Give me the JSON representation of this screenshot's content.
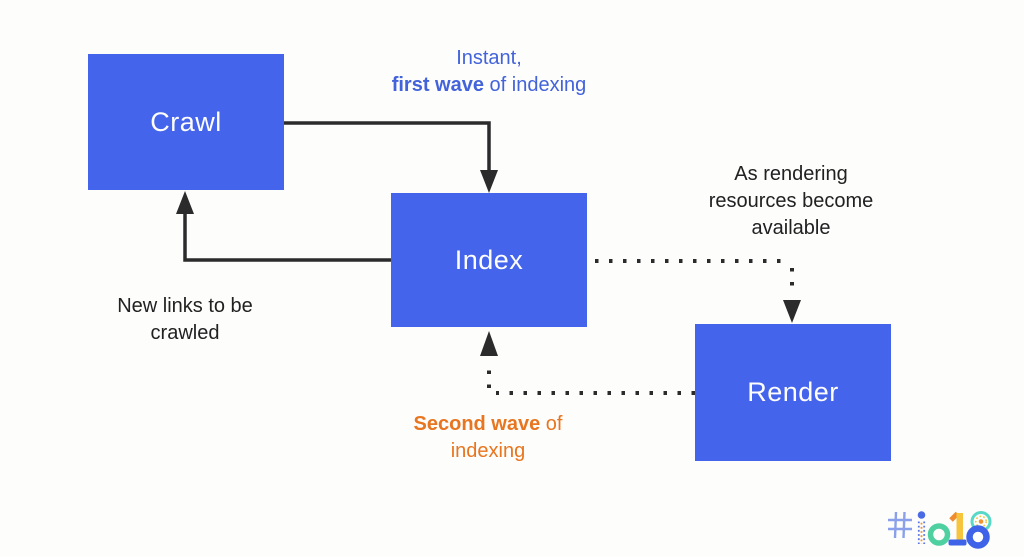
{
  "diagram": {
    "title_hint": "Crawl / Index / Render flow with two waves of indexing",
    "nodes": {
      "crawl": {
        "label": "Crawl"
      },
      "index": {
        "label": "Index"
      },
      "render": {
        "label": "Render"
      }
    },
    "captions": {
      "first_wave": {
        "line1": "Instant,",
        "line2_bold": "first wave",
        "line2_rest": " of indexing"
      },
      "as_rendering": {
        "lines": [
          "As rendering",
          "resources become",
          "available"
        ]
      },
      "new_links": {
        "lines": [
          "New links to be",
          "crawled"
        ]
      },
      "second_wave": {
        "line1_bold": "Second wave",
        "line1_rest": " of",
        "line2": "indexing"
      }
    },
    "colors": {
      "node_fill": "#4564ec",
      "node_text": "#fdfdfd",
      "caption_blue": "#4263da",
      "caption_orange": "#e8751f",
      "caption_dark": "#212121",
      "arrow": "#2b2b2b",
      "background": "#fdfdfc"
    },
    "arrows": [
      {
        "name": "crawl-to-index",
        "style": "solid",
        "from": "crawl",
        "to": "index"
      },
      {
        "name": "index-to-crawl",
        "style": "solid",
        "from": "index",
        "to": "crawl"
      },
      {
        "name": "index-to-render",
        "style": "dotted",
        "from": "index",
        "to": "render"
      },
      {
        "name": "render-to-index",
        "style": "dotted",
        "from": "render",
        "to": "index"
      }
    ]
  },
  "footer": {
    "logo": "io18-hashtag-logo",
    "logo_text_meaning": "#io18"
  }
}
